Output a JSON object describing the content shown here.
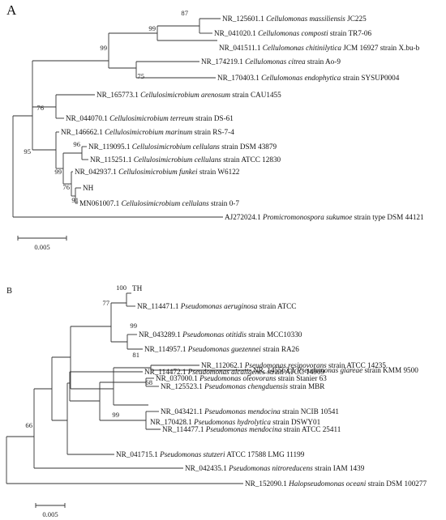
{
  "panel_a": {
    "label": "A",
    "scale_bar": "0.005",
    "bootstraps": [
      "87",
      "99",
      "99",
      "75",
      "76",
      "95",
      "96",
      "99",
      "76",
      "91"
    ],
    "taxa": [
      {
        "acc": "NR_125601.1",
        "species": "Cellulomonas massiliensis",
        "strain": "JC225"
      },
      {
        "acc": "NR_041020.1",
        "species": "Cellulomonas composti",
        "strain": "strain TR7-06"
      },
      {
        "acc": "NR_041511.1",
        "species": "Cellulomonas chitinilytica",
        "strain": "JCM 16927 strain X.bu-b"
      },
      {
        "acc": "NR_174219.1",
        "species": "Cellulomonas citrea",
        "strain": "strain Ao-9"
      },
      {
        "acc": "NR_170403.1",
        "species": "Cellulomonas endophytica",
        "strain": "strain SYSUP0004"
      },
      {
        "acc": "NR_165773.1",
        "species": "Cellulosimicrobium arenosum",
        "strain": "strain CAU1455"
      },
      {
        "acc": "NR_044070.1",
        "species": "Cellulosimicrobium terreum",
        "strain": "strain DS-61"
      },
      {
        "acc": "NR_146662.1",
        "species": "Cellulosimicrobium marinum",
        "strain": "strain RS-7-4"
      },
      {
        "acc": "NR_119095.1",
        "species": "Cellulosimicrobium cellulans",
        "strain": "strain DSM 43879"
      },
      {
        "acc": "NR_115251.1",
        "species": "Cellulosimicrobium cellulans",
        "strain": "strain ATCC 12830"
      },
      {
        "acc": "NR_042937.1",
        "species": "Cellulosimicrobium funkei",
        "strain": "strain W6122"
      },
      {
        "acc": "NH",
        "species": "",
        "strain": ""
      },
      {
        "acc": "MN061007.1",
        "species": "Cellulosimicrobium cellulans",
        "strain": "strain 0-7"
      },
      {
        "acc": "AJ272024.1",
        "species": "Promicromonospora sukumoe",
        "strain": "strain type DSM 44121"
      }
    ]
  },
  "panel_b": {
    "label": "B",
    "scale_bar": "0.005",
    "bootstraps": [
      "100",
      "77",
      "99",
      "81",
      "68",
      "99",
      "66"
    ],
    "taxa": [
      {
        "acc": "TH",
        "species": "",
        "strain": ""
      },
      {
        "acc": "NR_114471.1",
        "species": "Pseudomonas aeruginosa",
        "strain": "strain ATCC"
      },
      {
        "acc": "NR_043289.1",
        "species": "Pseudomonas otitidis",
        "strain": "strain MCC10330"
      },
      {
        "acc": "NR_114957.1",
        "species": "Pseudomonas guezennei",
        "strain": "strain RA26"
      },
      {
        "acc": "NR_112062.1",
        "species": "Pseudomonas resinovorans",
        "strain": "strain ATCC 14235"
      },
      {
        "acc": "NR_145562.1",
        "species": "Pseudomonas glareae",
        "strain": "strain KMM 9500"
      },
      {
        "acc": "NR_114472.1",
        "species": "Pseudomonas alcaligenes",
        "strain": "strain ATCC 14909"
      },
      {
        "acc": "NR_037000.1",
        "species": "Pseudomonas oleovorans",
        "strain": "strain Stanier 63"
      },
      {
        "acc": "NR_125523.1",
        "species": "Pseudomonas chengduensis",
        "strain": "strain MBR"
      },
      {
        "acc": "NR_043421.1",
        "species": "Pseudomonas mendocina",
        "strain": "strain NCIB 10541"
      },
      {
        "acc": "NR_170428.1",
        "species": "Pseudomonas hydrolytica",
        "strain": "strain DSWY01"
      },
      {
        "acc": "NR_114477.1",
        "species": "Pseudomonas mendocina",
        "strain": "strain ATCC 25411"
      },
      {
        "acc": "NR_041715.1",
        "species": "Pseudomonas stutzeri",
        "strain": "ATCC 17588 LMG 11199"
      },
      {
        "acc": "NR_042435.1",
        "species": "Pseudomonas nitroreducens",
        "strain": "strain IAM 1439"
      },
      {
        "acc": "NR_152090.1",
        "species": "Halopseudomonas oceani",
        "strain": "strain DSM 100277"
      }
    ]
  }
}
